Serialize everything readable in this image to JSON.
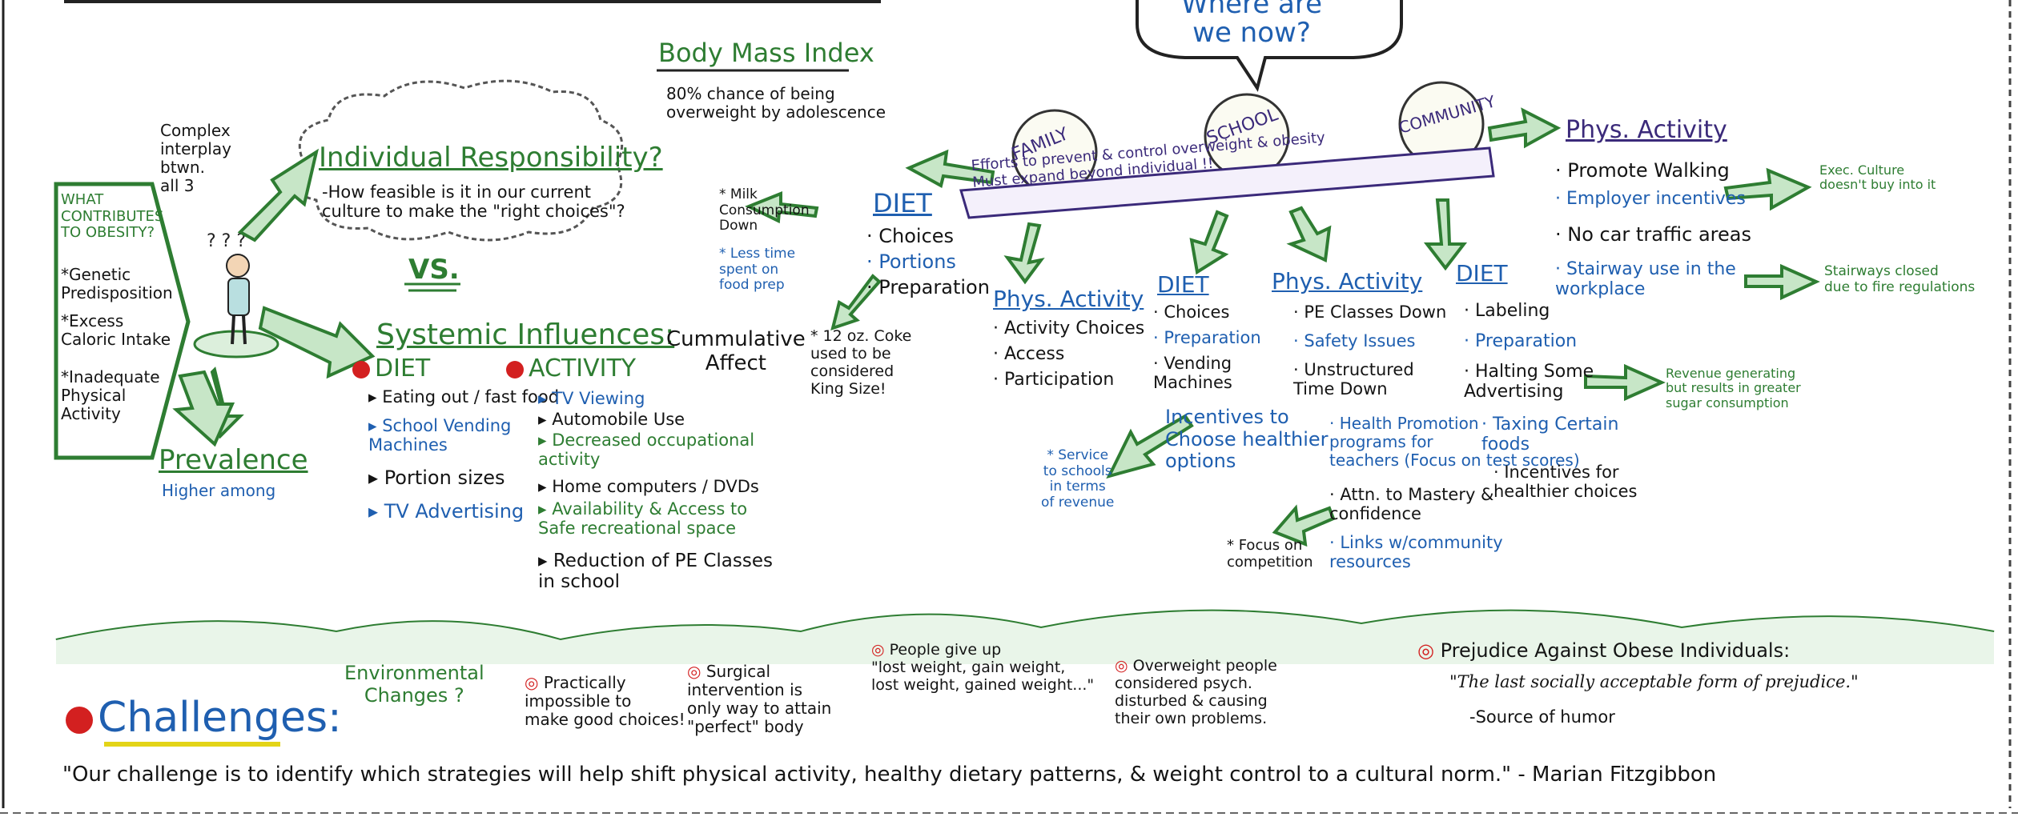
{
  "speech_bubble": "Where are\nwe now?",
  "bmi": {
    "title": "Body Mass Index",
    "note": "80% chance of being\noverweight by adolescence"
  },
  "contributes": {
    "title": "WHAT\nCONTRIBUTES\nTO OBESITY?",
    "items": [
      "*Genetic\nPredisposition",
      "*Excess\nCaloric Intake",
      "*Inadequate\nPhysical\nActivity"
    ]
  },
  "complex": "Complex\ninterplay\nbtwn.\nall 3",
  "individual": {
    "title": "Individual Responsibility?",
    "text": "-How feasible is it in our current\nculture to make the \"right choices\"?"
  },
  "vs": "VS.",
  "systemic": "Systemic Influences:",
  "cumulative": "Cummulative\nAffect",
  "left_diet": {
    "title": "DIET",
    "items": [
      "Eating out / fast food",
      "School Vending\nMachines",
      "Portion sizes",
      "TV Advertising"
    ]
  },
  "left_activity": {
    "title": "ACTIVITY",
    "items": [
      "TV Viewing",
      "Automobile Use",
      "Decreased occupational\nactivity",
      "Home computers / DVDs",
      "Availability & Access to\nSafe recreational space",
      "Reduction of PE Classes\nin school"
    ]
  },
  "prevalence": {
    "title": "Prevalence",
    "sub": "Higher among"
  },
  "spheres": [
    "FAMILY",
    "SCHOOL",
    "COMMUNITY"
  ],
  "banner": "Efforts to prevent & control overweight & obesity\nMust expand beyond individual !!",
  "family_diet": {
    "title": "DIET",
    "items": [
      "Choices",
      "Portions",
      "Preparation"
    ]
  },
  "milk": "* Milk\nConsumption\nDown",
  "lesstime": "* Less time\nspent on\nfood prep",
  "coke": "* 12 oz. Coke\nused to be\nconsidered\nKing Size!",
  "family_phys": {
    "title": "Phys. Activity",
    "items": [
      "Activity Choices",
      "Access",
      "Participation"
    ]
  },
  "school_diet": {
    "title": "DIET",
    "items": [
      "Choices",
      "Preparation",
      "Vending\nMachines",
      "Incentives to\nChoose healthier\noptions"
    ]
  },
  "service": "* Service\nto schools\nin terms\nof revenue",
  "school_phys": {
    "title": "Phys. Activity",
    "items": [
      "PE Classes Down",
      "Safety Issues",
      "Unstructured\nTime Down",
      "Health Promotion\nprograms for\nteachers (Focus on test scores)",
      "Attn. to Mastery &\nconfidence",
      "Links w/community\nresources"
    ]
  },
  "competition": "* Focus on\ncompetition",
  "community_diet": {
    "title": "DIET",
    "items": [
      "Labeling",
      "Preparation",
      "Halting Some\nAdvertising",
      "Taxing Certain\nfoods",
      "Incentives for\nhealthier choices"
    ]
  },
  "revenue": "Revenue generating\nbut results in greater\nsugar consumption",
  "community_phys": {
    "title": "Phys. Activity",
    "items": [
      "Promote Walking",
      "Employer incentives",
      "No car traffic areas",
      "Stairway use in the\nworkplace"
    ]
  },
  "exec": "Exec. Culture\ndoesn't buy into it",
  "stairways": "Stairways closed\ndue to fire regulations",
  "env": "Environmental\nChanges ?",
  "challenges_title": "Challenges:",
  "challenges": [
    "Practically\nimpossible to\nmake good choices!",
    "Surgical\nintervention is\nonly way to attain\n\"perfect\" body",
    "People give up\n\"lost weight, gain weight,\nlost weight, gained weight...\"",
    "Overweight people\nconsidered psych.\ndisturbed & causing\ntheir own problems."
  ],
  "prejudice": {
    "title": "Prejudice Against Obese Individuals:",
    "quote": "\"The last socially acceptable form of prejudice.\"",
    "sub": "-Source of humor"
  },
  "quote": "\"Our challenge is to identify which strategies will help shift physical activity, healthy dietary patterns, & weight control to a cultural norm.\" - Marian Fitzgibbon",
  "colors": {
    "green": "#2e7d32",
    "blue": "#1f5fb0",
    "purple": "#3b2a7a",
    "red": "#d32020"
  }
}
